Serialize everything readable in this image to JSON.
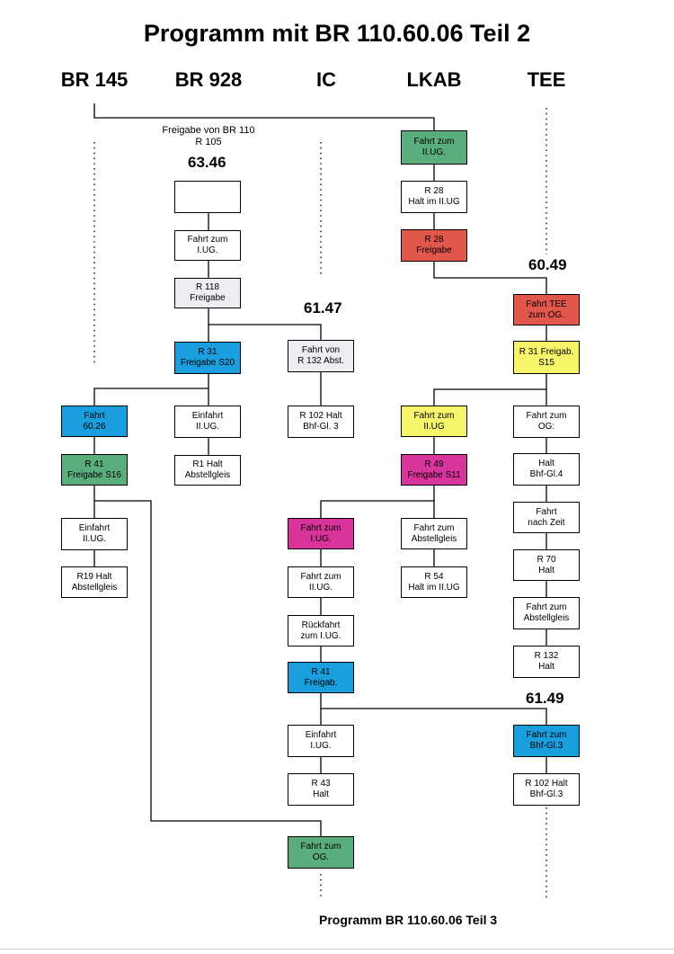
{
  "title": "Programm mit BR 110.60.06 Teil 2",
  "columns": [
    "BR 145",
    "BR 928",
    "IC",
    "LKAB",
    "TEE"
  ],
  "note": {
    "line1": "Freigabe von  BR 110",
    "line2": "R 105"
  },
  "numbers": {
    "n6346": "63.46",
    "n6147": "61.47",
    "n6049": "60.49",
    "n6149": "61.49"
  },
  "colors": {
    "green": "#5aae7e",
    "red": "#e2574c",
    "blue": "#1b9ede",
    "yellow": "#f7f56a",
    "magenta": "#d9349c",
    "grey": "#eeeef2",
    "white": "#ffffff"
  },
  "boxes": {
    "b928_empty": "",
    "b928_fahrt_iug": "Fahrt zum\nI.UG.",
    "b928_r118": "R 118\nFreigabe",
    "b928_r31": "R 31\nFreigabe S20",
    "b928_einfahrt": "Einfahrt\nII.UG.",
    "b928_r1": "R1 Halt\nAbstellgleis",
    "b145_fahrt": "Fahrt\n60.26",
    "b145_r41": "R 41\nFreigabe S16",
    "b145_einfahrt": "Einfahrt\nII.UG.",
    "b145_r19": "R19 Halt\nAbstellgleis",
    "ic_fahrt_von": "Fahrt von\nR 132 Abst.",
    "ic_r102": "R 102 Halt\nBhf-Gl. 3",
    "ic_fahrt_iug": "Fahrt zum\nI.UG.",
    "ic_fahrt_iiug": "Fahrt zum\nII.UG.",
    "ic_rueck": "Rückfahrt\nzum I.UG.",
    "ic_r41": "R 41\nFreigab.",
    "ic_einfahrt": "Einfahrt\nI.UG.",
    "ic_r43": "R 43\nHalt",
    "ic_fahrt_og": "Fahrt zum\nOG.",
    "lk_fahrt_iiug": "Fahrt zum\nII.UG.",
    "lk_r28_halt": "R 28\nHalt im II.UG",
    "lk_r28_frei": "R 28\nFreigabe",
    "lk_fahrt_iiug2": "Fahrt zum\nII.UG",
    "lk_r49": "R 49\nFreigabe S11",
    "lk_fahrt_abst": "Fahrt zum\nAbstellgleis",
    "lk_r54": "R 54\nHalt im II.UG",
    "tee_fahrt_tee": "Fahrt TEE\nzum OG.",
    "tee_r31": "R 31 Freigab.\nS15",
    "tee_fahrt_og": "Fahrt zum\nOG:",
    "tee_halt_gl4": "Halt\nBhf-Gl.4",
    "tee_fahrt_zeit": "Fahrt\nnach Zeit",
    "tee_r70": "R 70\nHalt",
    "tee_fahrt_abst": "Fahrt zum\nAbstellgleis",
    "tee_r132": "R 132\nHalt",
    "tee_fahrt_gl3": "Fahrt zum\nBhf-Gl.3",
    "tee_r102": "R 102 Halt\nBhf-Gl.3"
  },
  "footer": "Programm BR 110.60.06 Teil 3"
}
